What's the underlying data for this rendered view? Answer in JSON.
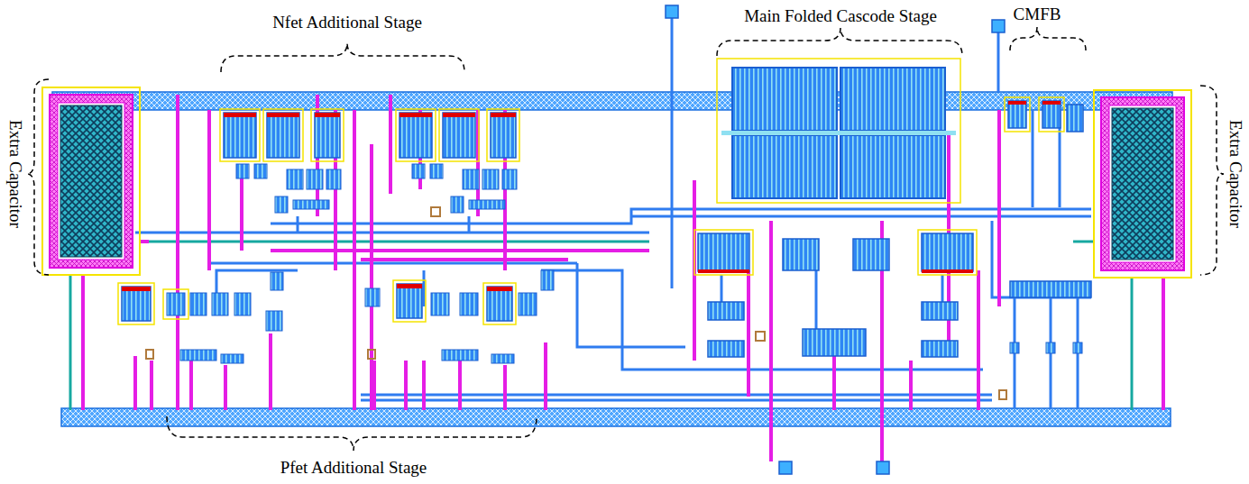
{
  "diagram": {
    "labels": [
      "Nfet Additional Stage",
      "Main Folded Cascode Stage",
      "CMFB",
      "Extra Capacitor",
      "Extra Capacitor",
      "Pfet Additional Stage"
    ]
  }
}
